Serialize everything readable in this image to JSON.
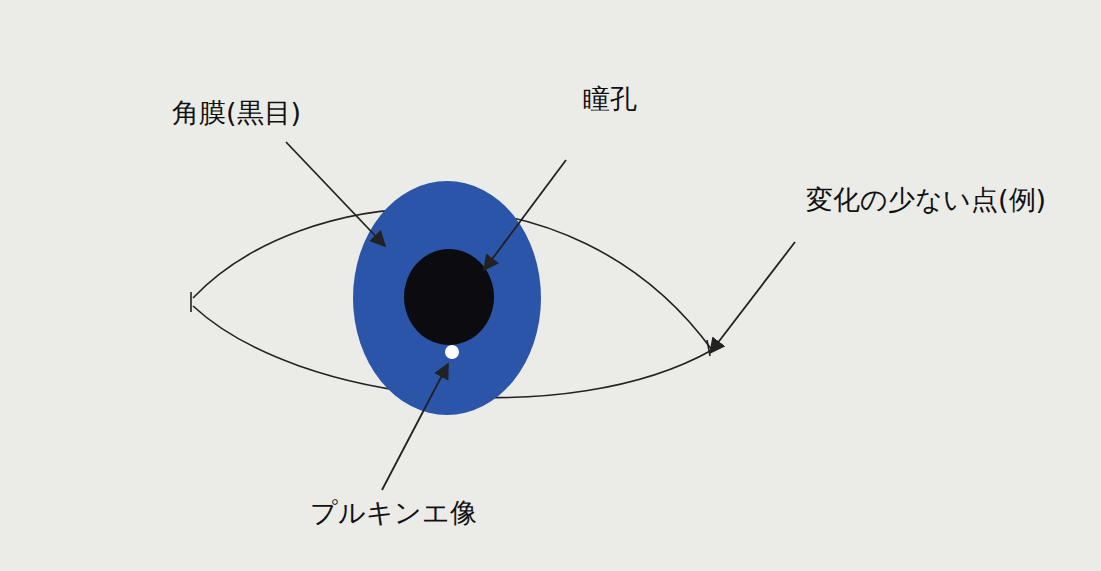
{
  "diagram": {
    "labels": [
      "角膜(黒目)",
      "瞳孔",
      "変化の少ない点(例)",
      "プルキンエ像"
    ]
  }
}
